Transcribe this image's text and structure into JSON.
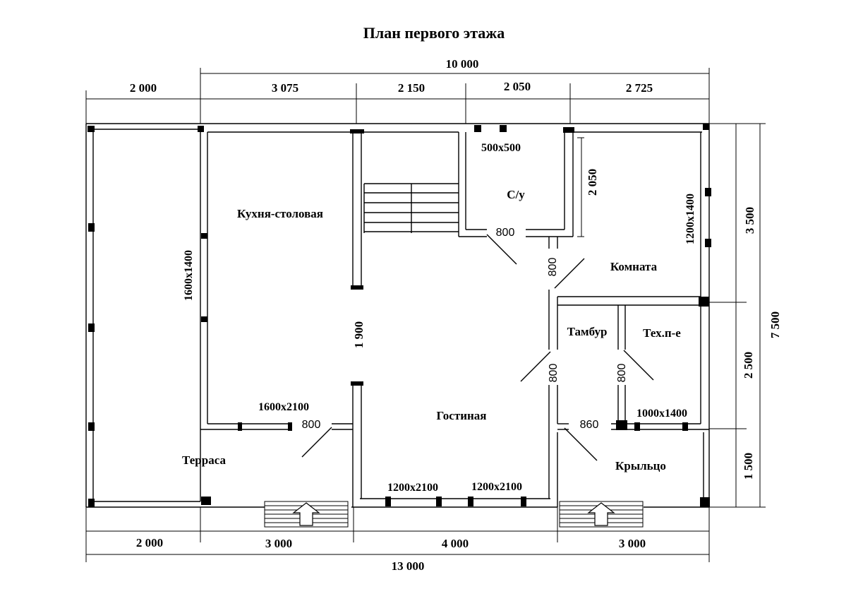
{
  "title": "План первого этажа",
  "dimensions": {
    "top_total": "10 000",
    "top_terrace": "2 000",
    "top_segments": [
      "3 075",
      "2 150",
      "2 050",
      "2 725"
    ],
    "bottom_total": "13 000",
    "bottom_segments": [
      "2 000",
      "3 000",
      "4 000",
      "3 000"
    ],
    "right_total": "7 500",
    "right_segments": [
      "3 500",
      "2 500",
      "1 500"
    ],
    "bathroom_depth": "2 050",
    "interior_wall": "1 900"
  },
  "rooms": {
    "kitchen": "Кухня-столовая",
    "bathroom": "С/у",
    "room": "Комната",
    "vestibule": "Тамбур",
    "tech": "Тех.п-е",
    "living": "Гостиная",
    "terrace": "Терраса",
    "porch": "Крыльцо"
  },
  "windows": {
    "bath": "500x500",
    "room": "1200x1400",
    "kitchen_side": "1600x1400",
    "kitchen_bottom": "1600x2100",
    "living_1": "1200x2100",
    "living_2": "1200x2100",
    "tech": "1000x1400"
  },
  "doors": {
    "bath": "800",
    "room": "800",
    "vestibule": "800",
    "tech": "800",
    "terrace": "800",
    "entrance": "860"
  }
}
